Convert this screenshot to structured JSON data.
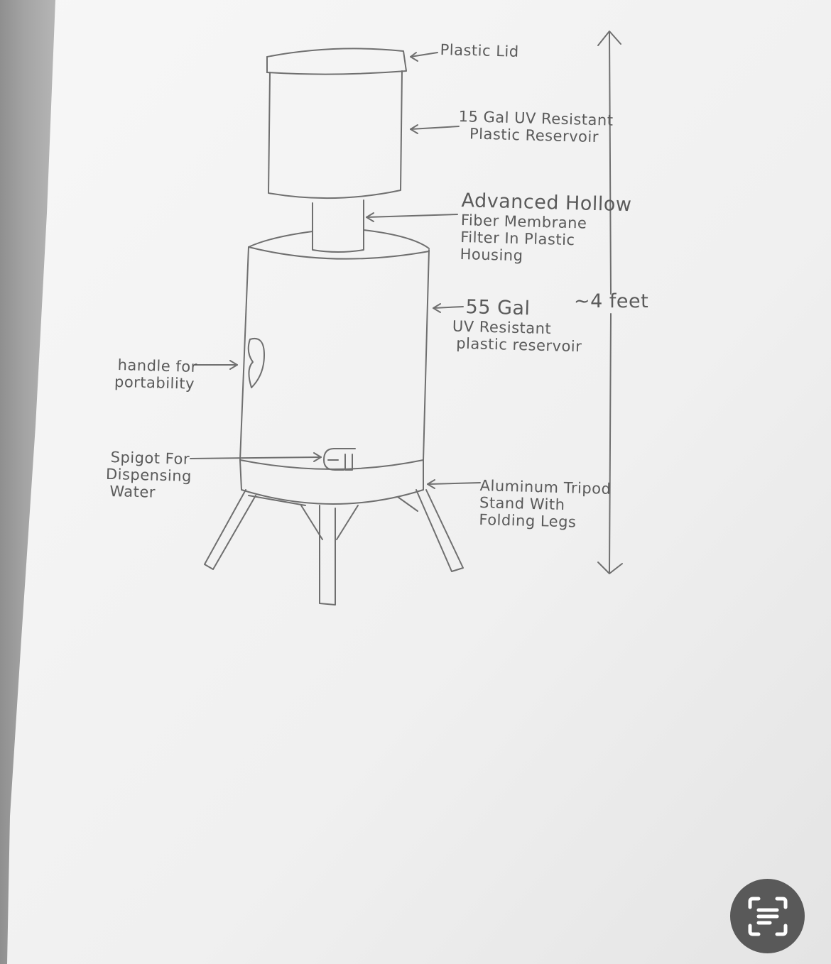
{
  "labels": {
    "lid": "Plastic Lid",
    "upper_reservoir": [
      "15 Gal UV Resistant",
      "Plastic Reservoir"
    ],
    "filter": [
      "Advanced Hollow",
      "Fiber Membrane",
      "Filter In Plastic",
      "Housing"
    ],
    "lower_reservoir": [
      "55 Gal",
      "UV Resistant",
      "plastic reservoir"
    ],
    "height": "~4 feet",
    "handle": [
      "handle for",
      "portability"
    ],
    "spigot": [
      "Spigot For",
      "Dispensing",
      "Water"
    ],
    "stand": [
      "Aluminum Tripod",
      "Stand With",
      "Folding Legs"
    ]
  },
  "icons": {
    "scan": "live-text-scan-icon"
  },
  "colors": {
    "paper": "#f2f2f2",
    "pencil": "#6a6a6a",
    "background": "#9b9b9b",
    "button": "#595959"
  }
}
